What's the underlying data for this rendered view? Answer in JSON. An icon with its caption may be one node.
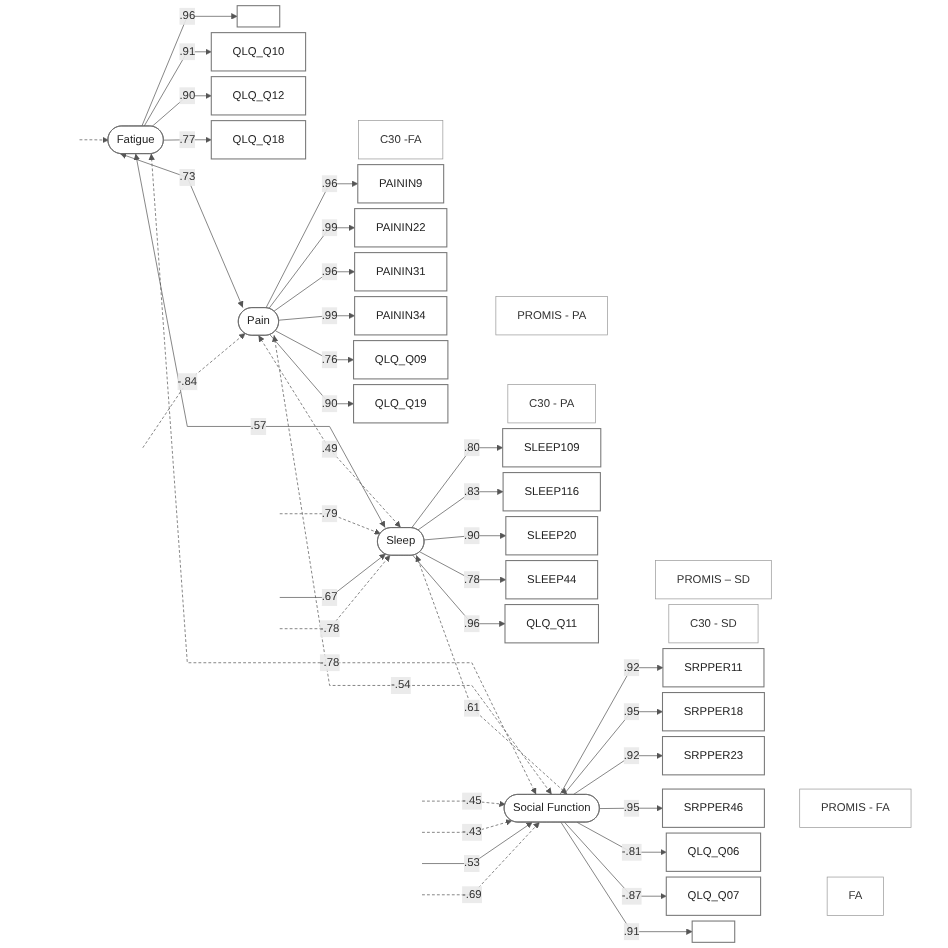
{
  "diagram": {
    "nodes": [
      {
        "text": [
          "Fatigue"
        ]
      },
      {
        "text": [],
        "shape": "box"
      },
      {
        "text": [
          "QLQ_Q10"
        ]
      },
      {
        "text": [
          "QLQ_Q12"
        ]
      },
      {
        "text": [
          "QLQ_Q18"
        ]
      },
      {
        "text": [
          "C30 -FA"
        ]
      },
      {
        "text": [
          "Pain"
        ]
      },
      {
        "text": [
          "PAININ9"
        ]
      },
      {
        "text": [
          "PAININ22"
        ]
      },
      {
        "text": [
          "PAININ31"
        ]
      },
      {
        "text": [
          "PAININ34"
        ]
      },
      {
        "text": [
          "PROMIS - PA"
        ]
      },
      {
        "text": [
          "QLQ_Q09"
        ]
      },
      {
        "text": [
          "QLQ_Q19"
        ]
      },
      {
        "text": [
          "C30 - PA"
        ]
      },
      {
        "text": [
          "Sleep"
        ]
      },
      {
        "text": [
          "SLEEP109"
        ]
      },
      {
        "text": [
          "SLEEP116"
        ]
      },
      {
        "text": [
          "SLEEP20"
        ]
      },
      {
        "text": [
          "SLEEP44"
        ]
      },
      {
        "text": [
          "PROMIS – SD"
        ]
      },
      {
        "text": [
          "QLQ_Q11"
        ]
      },
      {
        "text": [
          "C30 - SD"
        ]
      },
      {
        "text": [
          "Social Function"
        ]
      },
      {
        "text": [
          "SRPPER11"
        ]
      },
      {
        "text": [
          "SRPPER18"
        ]
      },
      {
        "text": [
          "SRPPER23"
        ]
      },
      {
        "text": [
          "SRPPER46"
        ]
      },
      {
        "text": [
          "PROMIS - FA"
        ]
      },
      {
        "text": [
          "QLQ_Q06"
        ]
      },
      {
        "text": [
          "QLQ_Q07"
        ]
      },
      {
        "text": [],
        "shape": "box"
      },
      {
        "text": [
          "FA"
        ]
      }
    ],
    "edges": [
      {
        "from": 0,
        "to": 1,
        "arrow": "to",
        "label": ".96"
      },
      {
        "from": 0,
        "to": 2,
        "arrow": "to",
        "label": ".91"
      },
      {
        "from": 0,
        "to": 3,
        "arrow": "to",
        "label": ".90"
      },
      {
        "from": 0,
        "to": 4,
        "arrow": "to",
        "label": ".77"
      },
      {
        "from": 6,
        "to": 7,
        "arrow": "to",
        "label": ".96"
      },
      {
        "from": 6,
        "to": 8,
        "arrow": "to",
        "label": ".99"
      },
      {
        "from": 6,
        "to": 9,
        "arrow": "to",
        "label": ".96"
      },
      {
        "from": 6,
        "to": 10,
        "arrow": "to",
        "label": ".99"
      },
      {
        "from": 6,
        "to": 12,
        "arrow": "to",
        "label": ".76"
      },
      {
        "from": 6,
        "to": 13,
        "arrow": "to",
        "label": ".90"
      },
      {
        "from": 15,
        "to": 16,
        "arrow": "to",
        "label": ".80"
      },
      {
        "from": 15,
        "to": 17,
        "arrow": "to",
        "label": ".83"
      },
      {
        "from": 15,
        "to": 18,
        "arrow": "to",
        "label": ".90"
      },
      {
        "from": 15,
        "to": 19,
        "arrow": "to",
        "label": ".78"
      },
      {
        "from": 15,
        "to": 21,
        "arrow": "to",
        "label": ".96"
      },
      {
        "from": 23,
        "to": 24,
        "arrow": "to",
        "label": ".92"
      },
      {
        "from": 23,
        "to": 25,
        "arrow": "to",
        "label": ".95"
      },
      {
        "from": 23,
        "to": 26,
        "arrow": "to",
        "label": ".92"
      },
      {
        "from": 23,
        "to": 27,
        "arrow": "to",
        "label": ".95"
      },
      {
        "from": 23,
        "to": 29,
        "arrow": "to",
        "label": "-.81"
      },
      {
        "from": 23,
        "to": 30,
        "arrow": "to",
        "label": "-.87"
      },
      {
        "from": 23,
        "to": 31,
        "arrow": "to",
        "label": ".91"
      },
      {
        "from": 0,
        "to": 6,
        "arrow": "both",
        "label": ".73"
      },
      {
        "from": 0,
        "to": 15,
        "arrow": "both",
        "label": ".57"
      },
      {
        "from": 0,
        "to": 23,
        "arrow": "both",
        "label": "-.78",
        "style": "dashed"
      },
      {
        "from": 6,
        "to": 15,
        "arrow": "both",
        "label": ".49",
        "style": "dashed"
      },
      {
        "from": 6,
        "to": 23,
        "arrow": "both",
        "label": "-.54",
        "style": "dashed"
      },
      {
        "from": 15,
        "to": 23,
        "arrow": "both",
        "label": ".61",
        "style": "dashed"
      },
      {
        "from": null,
        "to": 0,
        "arrow": "to",
        "style": "dashed"
      },
      {
        "from": null,
        "to": 6,
        "arrow": "to",
        "label": "-.84",
        "style": "dashed"
      },
      {
        "from": null,
        "to": 15,
        "arrow": "to",
        "label": ".79",
        "style": "dashed"
      },
      {
        "from": null,
        "to": 23,
        "arrow": "to",
        "label": "-.45",
        "style": "dashed"
      },
      {
        "from": null,
        "to": 23,
        "arrow": "to",
        "label": "-.43",
        "style": "dashed"
      },
      {
        "from": null,
        "to": 15,
        "arrow": "to",
        "label": ".67"
      },
      {
        "from": null,
        "to": 15,
        "arrow": "to",
        "label": "-.78",
        "style": "dashed"
      },
      {
        "from": null,
        "to": 23,
        "arrow": "to",
        "label": ".53"
      },
      {
        "from": null,
        "to": 23,
        "arrow": "to",
        "label": "-.69",
        "style": "dashed"
      }
    ]
  }
}
